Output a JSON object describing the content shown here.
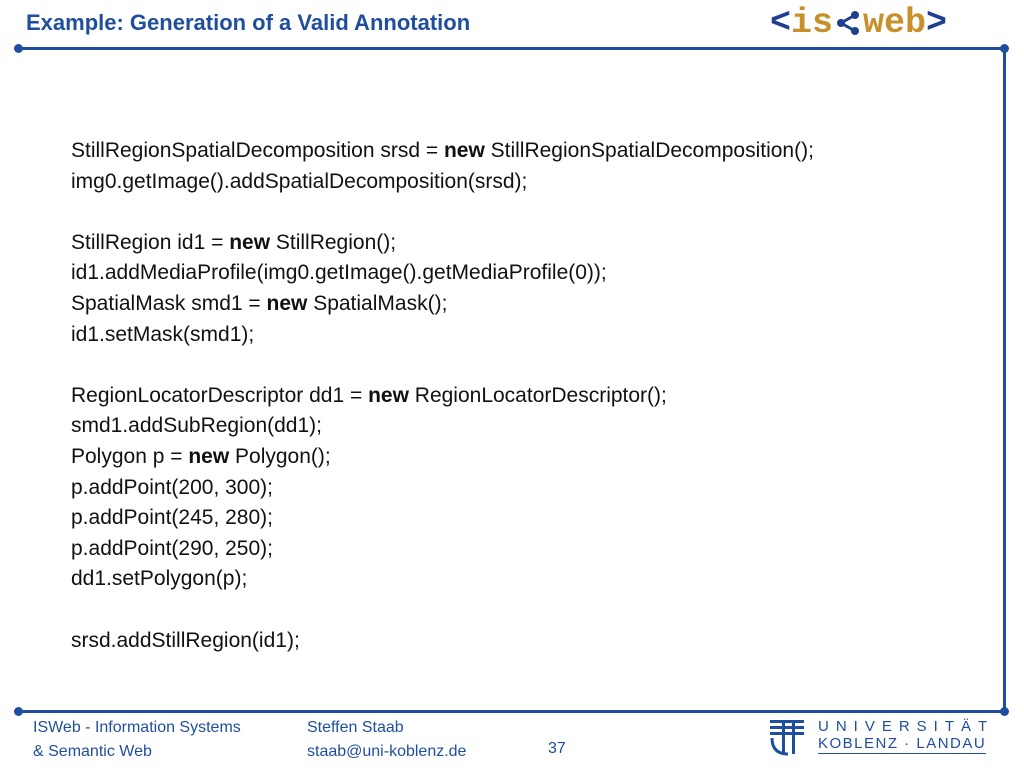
{
  "header": {
    "title": "Example: Generation of a Valid Annotation",
    "logo": {
      "open": "<",
      "is": "is",
      "web": "web",
      "close": ">"
    }
  },
  "code_lines": [
    [
      "StillRegionSpatialDecomposition srsd = ",
      "new",
      " StillRegionSpatialDecomposition();"
    ],
    [
      "img0.getImage().addSpatialDecomposition(srsd);"
    ],
    [
      ""
    ],
    [
      "StillRegion id1 = ",
      "new",
      " StillRegion();"
    ],
    [
      "id1.addMediaProfile(img0.getImage().getMediaProfile(0));"
    ],
    [
      "SpatialMask smd1 = ",
      "new",
      " SpatialMask();"
    ],
    [
      "id1.setMask(smd1);"
    ],
    [
      ""
    ],
    [
      "RegionLocatorDescriptor dd1 = ",
      "new",
      " RegionLocatorDescriptor();"
    ],
    [
      "smd1.addSubRegion(dd1);"
    ],
    [
      "Polygon p = ",
      "new",
      " Polygon();"
    ],
    [
      "p.addPoint(200, 300);"
    ],
    [
      "p.addPoint(245, 280);"
    ],
    [
      "p.addPoint(290, 250);"
    ],
    [
      "dd1.setPolygon(p);"
    ],
    [
      ""
    ],
    [
      "srsd.addStillRegion(id1);"
    ]
  ],
  "footer": {
    "org_line1": "ISWeb - Information Systems",
    "org_line2": "& Semantic Web",
    "author": "Steffen Staab",
    "email": "staab@uni-koblenz.de",
    "page": "37",
    "university_line1": "UNIVERSITÄT",
    "university_line2": "KOBLENZ · LANDAU"
  },
  "colors": {
    "accent": "#1f4e9e",
    "logo_gold": "#c8902a"
  }
}
